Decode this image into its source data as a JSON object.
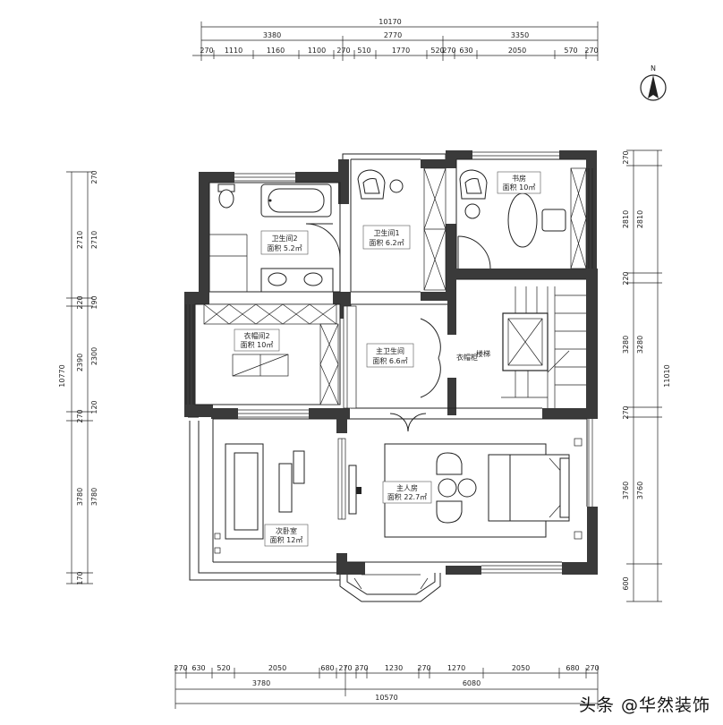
{
  "top_dims": {
    "total": "10170",
    "segments": [
      "3380",
      "2770",
      "3350"
    ],
    "details": [
      "270",
      "1110",
      "1160",
      "1100",
      "270",
      "510",
      "1770",
      "520",
      "270",
      "630",
      "2050",
      "570",
      "270"
    ]
  },
  "bottom_dims": {
    "details": [
      "270",
      "630",
      "520",
      "2050",
      "680",
      "270",
      "370",
      "1230",
      "270",
      "1270",
      "2050",
      "680",
      "270"
    ],
    "segments": [
      "3780",
      "6080"
    ],
    "total": "10570"
  },
  "left_dims": {
    "total": "10770",
    "segments": [
      "2710",
      "2710",
      "220",
      "2390",
      "2300",
      "270",
      "3780",
      "3780",
      "170"
    ],
    "small": [
      "270",
      "190",
      "120"
    ]
  },
  "right_dims": {
    "total": "11010",
    "segments": [
      "270",
      "2810",
      "2810",
      "220",
      "3280",
      "3280",
      "270",
      "3760",
      "3760",
      "600"
    ]
  },
  "north": "N",
  "rooms": {
    "bath2": {
      "name": "卫生间2",
      "area": "面积 5.2㎡"
    },
    "bath1": {
      "name": "卫生间1",
      "area": "面积 6.2㎡"
    },
    "study": {
      "name": "书房",
      "area": "面积 10㎡"
    },
    "bath_main": {
      "name": "主卫生间",
      "area": "面积 6.6㎡"
    },
    "closet2": {
      "name": "衣帽间2",
      "area": "面积 10㎡"
    },
    "stair": {
      "name": "楼梯"
    },
    "bedroom2": {
      "name": "次卧室",
      "area": "面积 12㎡"
    },
    "master": {
      "name": "主人房",
      "area": "面积 22.7㎡"
    },
    "closet_door_label": "衣帽柜"
  },
  "watermark": "头条 @华然装饰"
}
